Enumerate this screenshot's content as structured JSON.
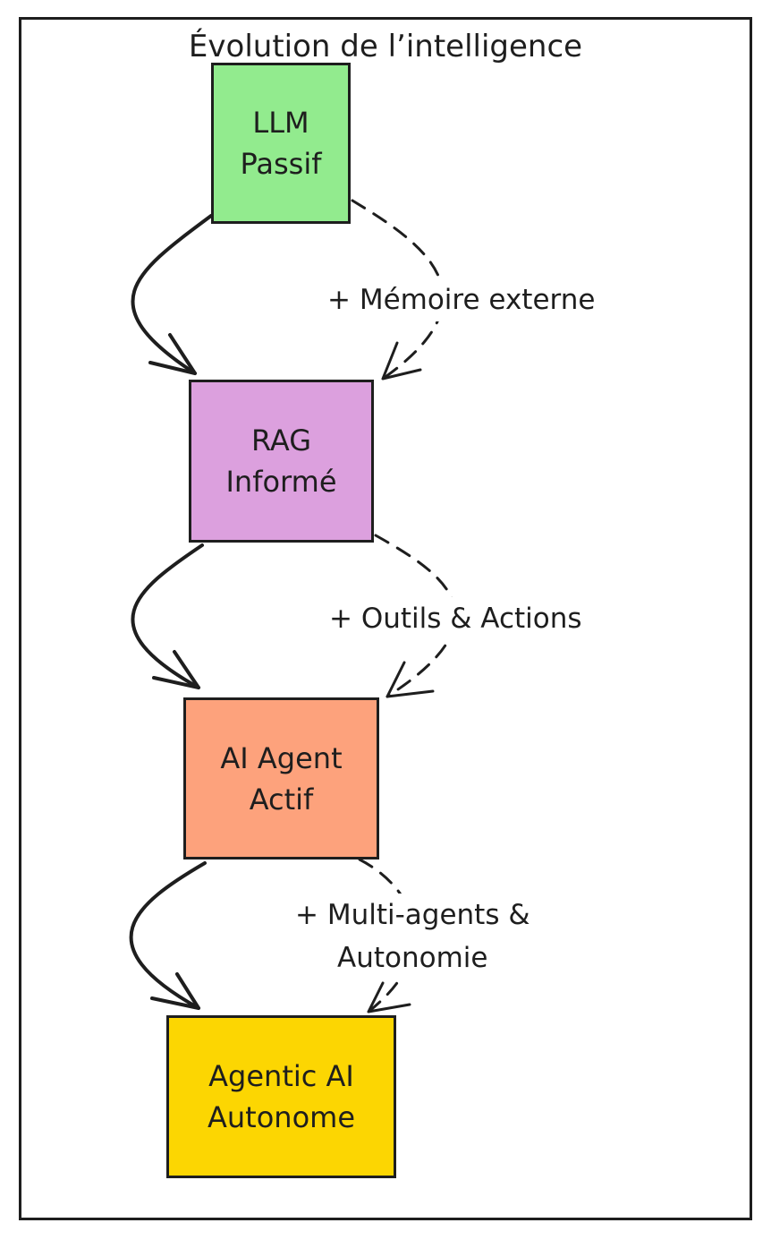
{
  "title": "Évolution de l’intelligence",
  "nodes": [
    {
      "line1": "LLM",
      "line2": "Passif",
      "color": "#92eb8e"
    },
    {
      "line1": "RAG",
      "line2": "Informé",
      "color": "#dca0de"
    },
    {
      "line1": "AI Agent",
      "line2": "Actif",
      "color": "#fda27c"
    },
    {
      "line1": "Agentic AI",
      "line2": "Autonome",
      "color": "#fcd602"
    }
  ],
  "edge_labels": [
    {
      "line1": "+ Mémoire externe"
    },
    {
      "line1": "+ Outils & Actions"
    },
    {
      "line1": "+ Multi-agents &",
      "line2": "Autonomie"
    }
  ]
}
